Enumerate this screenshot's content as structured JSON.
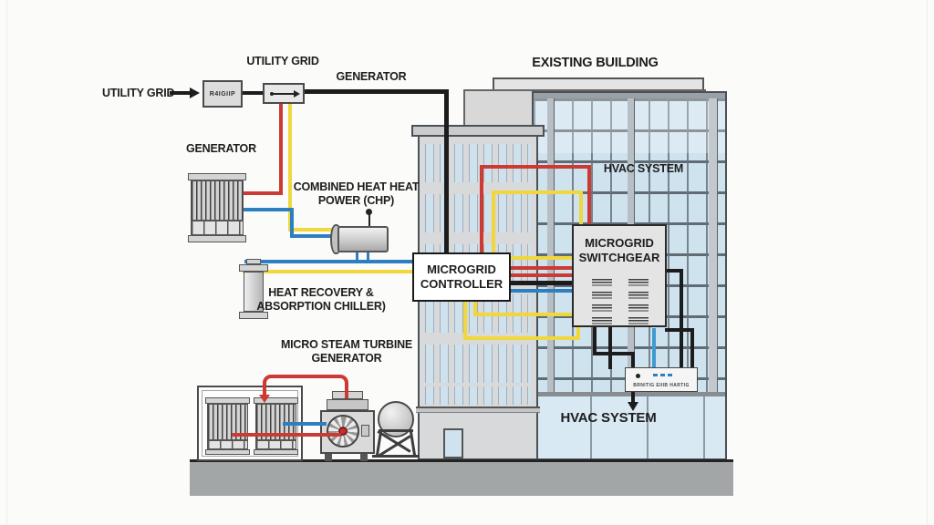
{
  "diagram": {
    "title": "EXISTING BUILDING",
    "labels": {
      "utility_grid_left": "UTILITY GRID",
      "utility_grid_top": "UTILITY GRID",
      "generator_top": "GENERATOR",
      "generator_left": "GENERATOR",
      "chp": "COMBINED HEAT HEAT POWER (CHP)",
      "heat_recovery": "HEAT RECOVERY & ABSORPTION CHILLER)",
      "micro_steam_turbine": "MICRO STEAM TURBINE GENERATOR",
      "hvac_top": "HVAC SYSTEM",
      "hvac_bottom": "HVAC SYSTEM",
      "microgrid_controller": "MICROGRID CONTROLLER",
      "microgrid_switchgear": "MICROGRID SWITCHGEAR",
      "meter_box": "R4IGIIP",
      "bus_panel": "BRNITIG EIIIB HARTIG"
    },
    "colors": {
      "electric_black": "#1c1c1c",
      "hot_water_red": "#cc3a33",
      "steam_yellow": "#f0d73c",
      "chilled_blue": "#2e7fc0",
      "facade_gray": "#d7d9da",
      "glass_blue": "#cfe3ef",
      "ground_gray": "#a3a6a7",
      "background": "#fbfbfa"
    }
  }
}
